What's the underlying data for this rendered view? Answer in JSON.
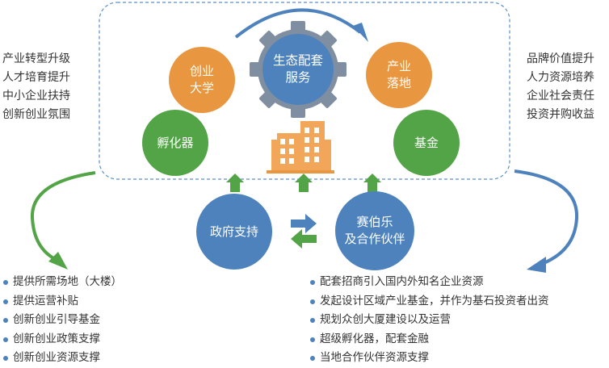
{
  "left_list": [
    "产业转型升级",
    "人才培育提升",
    "中小企业扶持",
    "创新创业氛围"
  ],
  "right_list": [
    "品牌价值提升",
    "人力资源培养",
    "企业社会责任",
    "投资并购收益"
  ],
  "nodes": {
    "university": "创业\n大学",
    "ecosystem": "生态配套\n服务",
    "industry": "产业\n落地",
    "incubator": "孵化器",
    "fund": "基金",
    "government": "政府支持",
    "partner": "赛伯乐\n及合作伙伴"
  },
  "gov_items": [
    "提供所需场地（大楼）",
    "提供运营补贴",
    "创新创业引导基金",
    "创新创业政策支撑",
    "创新创业资源支撑"
  ],
  "partner_items": [
    "配套招商引入国内外知名企业资源",
    "发起设计区域产业基金，并作为基石投资者出资",
    "规划众创大厦建设以及运营",
    "超级孵化器，配套金融",
    "当地合作伙伴资源支撑"
  ],
  "colors": {
    "orange": "#e8963f",
    "green": "#52a447",
    "blue": "#4d82bd",
    "dash": "#5b8fc7"
  }
}
